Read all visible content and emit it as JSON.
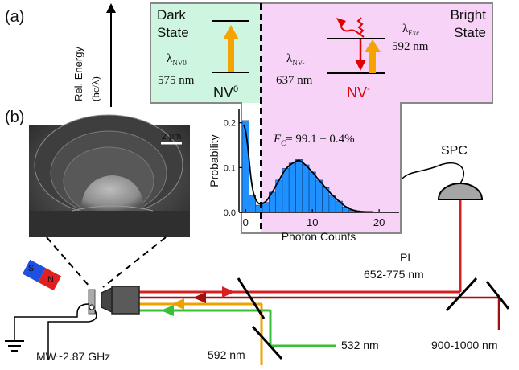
{
  "panel_a": {
    "label": "(a)",
    "axis_label_line1": "Rel. Energy",
    "axis_label_line2": "(hc/λ)",
    "dark_state_line1": "Dark",
    "dark_state_line2": "State",
    "bright_state_line1": "Bright",
    "bright_state_line2": "State",
    "nv0_wavelength_symbol": "λ",
    "nv0_wavelength_sub": "NV0",
    "nv0_wavelength_value": "575 nm",
    "nv0_label": "NV",
    "nv0_label_sup": "0",
    "nvm_wavelength_symbol": "λ",
    "nvm_wavelength_sub": "NV-",
    "nvm_wavelength_value": "637 nm",
    "nvm_label": "NV",
    "nvm_label_sup": "-",
    "exc_wavelength_symbol": "λ",
    "exc_wavelength_sub": "Exc",
    "exc_wavelength_value": "592 nm",
    "colors": {
      "dark_bg": "#cdf5df",
      "bright_bg": "#f8d3f8",
      "arrow_orange": "#f5a300",
      "nvm_red": "#e00000"
    }
  },
  "panel_b": {
    "label": "(b)",
    "sem_scalebar": "2 μm",
    "fidelity_symbol": "F",
    "fidelity_sub": "C",
    "fidelity_value": "= 99.1 ± 0.4%",
    "spc": "SPC",
    "pl_line1": "PL",
    "pl_line2": "652-775 nm",
    "mw": "MW~2.87 GHz",
    "laser_592": "592 nm",
    "laser_532": "532 nm",
    "laser_ir": "900-1000 nm",
    "magnet_s": "S",
    "magnet_n": "N",
    "colors": {
      "beam_red": "#d42020",
      "beam_orange": "#f0a000",
      "beam_green": "#39c039",
      "darkred": "#a01010"
    }
  },
  "chart_data": {
    "type": "bar",
    "xlabel": "Photon Counts",
    "ylabel": "Probability",
    "xlim": [
      -1,
      23
    ],
    "ylim": [
      0,
      0.23
    ],
    "x_ticks": [
      0,
      10,
      20
    ],
    "y_ticks": [
      0.0,
      0.1,
      0.2
    ],
    "x": [
      0,
      1,
      2,
      3,
      4,
      5,
      6,
      7,
      8,
      9,
      10,
      11,
      12,
      13,
      14,
      15,
      16,
      17,
      18
    ],
    "values": [
      0.205,
      0.038,
      0.016,
      0.022,
      0.045,
      0.072,
      0.098,
      0.11,
      0.118,
      0.106,
      0.09,
      0.072,
      0.055,
      0.038,
      0.025,
      0.012,
      0.005,
      0.002,
      0.001
    ],
    "bar_color": "#1e90ff",
    "threshold_x": 2.5,
    "fit_color": "#000000"
  }
}
